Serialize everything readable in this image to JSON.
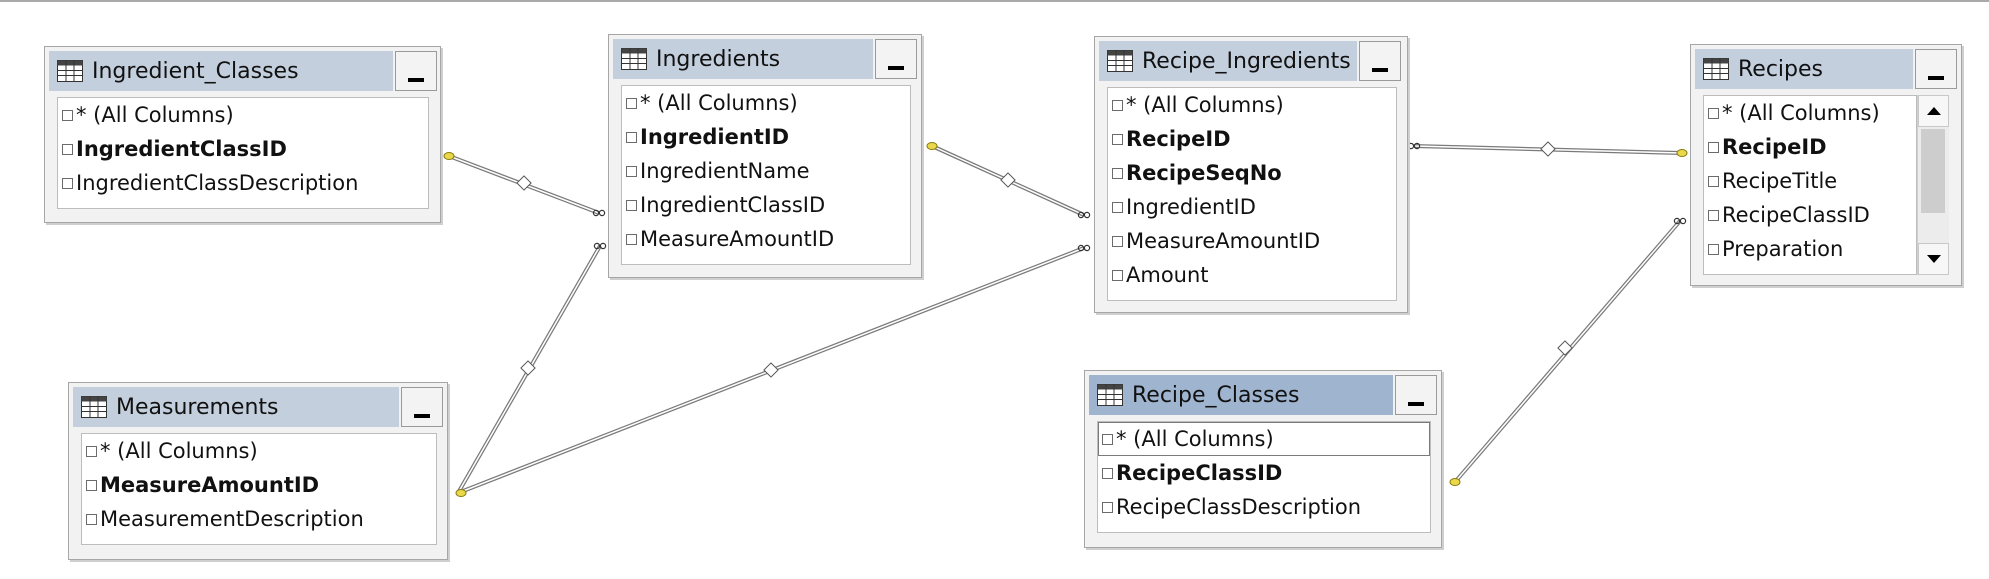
{
  "colors": {
    "header": "#c3cfdd",
    "header_selected": "#9fb4cf",
    "key_end": "#e8d84a",
    "line": "#808080"
  },
  "tables": {
    "ingredient_classes": {
      "title": "Ingredient_Classes",
      "columns": [
        "* (All Columns)",
        "IngredientClassID",
        "IngredientClassDescription"
      ]
    },
    "ingredients": {
      "title": "Ingredients",
      "columns": [
        "* (All Columns)",
        "IngredientID",
        "IngredientName",
        "IngredientClassID",
        "MeasureAmountID"
      ]
    },
    "recipe_ingredients": {
      "title": "Recipe_Ingredients",
      "columns": [
        "* (All Columns)",
        "RecipeID",
        "RecipeSeqNo",
        "IngredientID",
        "MeasureAmountID",
        "Amount"
      ]
    },
    "recipes": {
      "title": "Recipes",
      "columns": [
        "* (All Columns)",
        "RecipeID",
        "RecipeTitle",
        "RecipeClassID",
        "Preparation"
      ]
    },
    "measurements": {
      "title": "Measurements",
      "columns": [
        "* (All Columns)",
        "MeasureAmountID",
        "MeasurementDescription"
      ]
    },
    "recipe_classes": {
      "title": "Recipe_Classes",
      "columns": [
        "* (All Columns)",
        "RecipeClassID",
        "RecipeClassDescription"
      ]
    }
  },
  "relationships": [
    {
      "from": "Ingredient_Classes.IngredientClassID",
      "to": "Ingredients.IngredientClassID",
      "type": "one-to-many"
    },
    {
      "from": "Ingredients.IngredientID",
      "to": "Recipe_Ingredients.IngredientID",
      "type": "one-to-many"
    },
    {
      "from": "Measurements.MeasureAmountID",
      "to": "Ingredients.MeasureAmountID",
      "type": "one-to-many"
    },
    {
      "from": "Measurements.MeasureAmountID",
      "to": "Recipe_Ingredients.MeasureAmountID",
      "type": "one-to-many"
    },
    {
      "from": "Recipes.RecipeID",
      "to": "Recipe_Ingredients.RecipeID",
      "type": "one-to-many"
    },
    {
      "from": "Recipe_Classes.RecipeClassID",
      "to": "Recipes.RecipeClassID",
      "type": "one-to-many"
    }
  ]
}
